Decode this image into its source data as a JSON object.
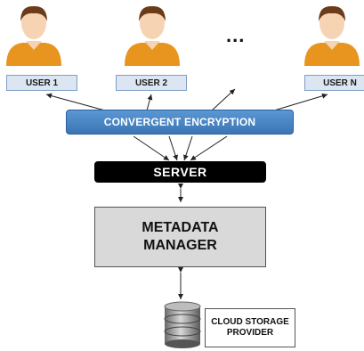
{
  "diagram": {
    "users": [
      {
        "label": "USER 1"
      },
      {
        "label": "USER 2"
      },
      {
        "label": "USER N"
      }
    ],
    "ellipsis": "...",
    "encryption_label": "CONVERGENT ENCRYPTION",
    "server_label": "SERVER",
    "metadata": {
      "line1": "METADATA",
      "line2": "MANAGER"
    },
    "cloud": {
      "line1": "CLOUD STORAGE",
      "line2": "PROVIDER"
    }
  },
  "colors": {
    "user_skin": "#f6d3b3",
    "user_shirt": "#e8951f",
    "user_hair": "#6b3b1a",
    "encryption_blue": "#3b75b6",
    "server_black": "#000000",
    "metadata_gray": "#d9d9d9"
  }
}
